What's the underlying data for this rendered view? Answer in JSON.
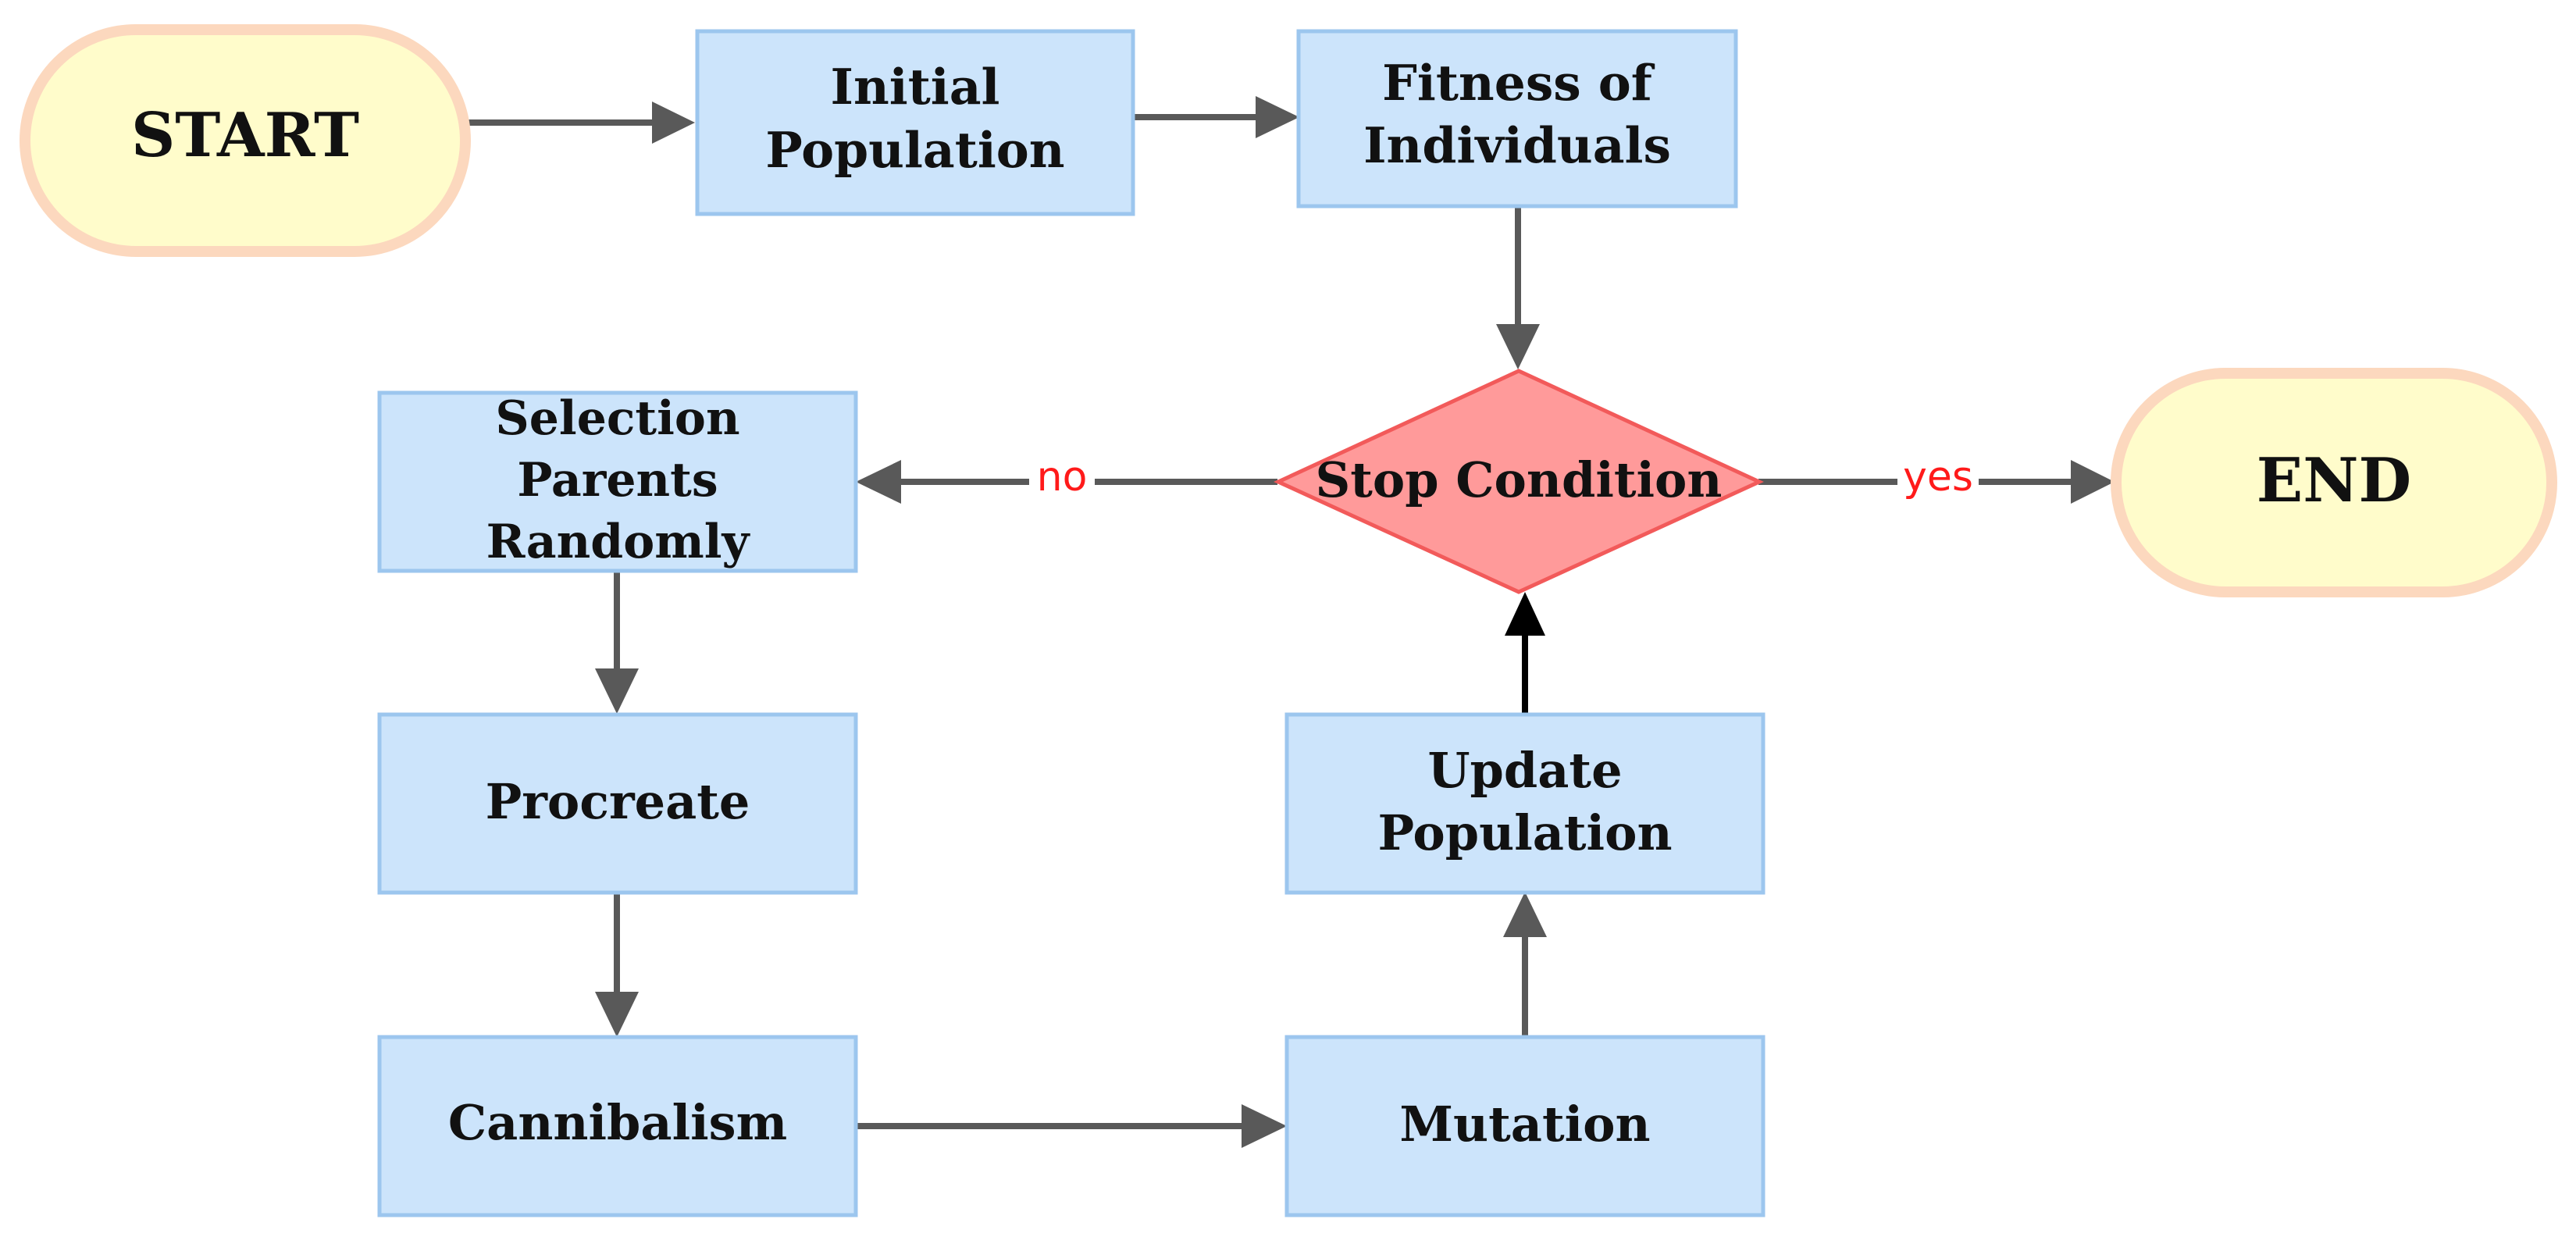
{
  "colors": {
    "process_fill": "#CCE4FB",
    "process_stroke": "#9CC6EE",
    "terminal_fill": "#FFFCCB",
    "terminal_stroke": "#FCD8BE",
    "decision_fill": "#FF9A9A",
    "decision_stroke": "#F25A5A",
    "arrow": "#595959",
    "arrow_up_black": "#000000",
    "label_red": "#FF1A1A",
    "text": "#111111"
  },
  "nodes": {
    "start": {
      "label": "START"
    },
    "initial_population": {
      "lines": [
        "Initial",
        "Population"
      ]
    },
    "fitness": {
      "lines": [
        "Fitness of",
        "Individuals"
      ]
    },
    "stop_condition": {
      "label": "Stop Condition"
    },
    "end": {
      "label": "END"
    },
    "selection": {
      "lines": [
        "Selection",
        "Parents",
        "Randomly"
      ]
    },
    "procreate": {
      "label": "Procreate"
    },
    "cannibalism": {
      "label": "Cannibalism"
    },
    "mutation": {
      "label": "Mutation"
    },
    "update_population": {
      "lines": [
        "Update",
        "Population"
      ]
    }
  },
  "edges": {
    "no_label": "no",
    "yes_label": "yes"
  }
}
